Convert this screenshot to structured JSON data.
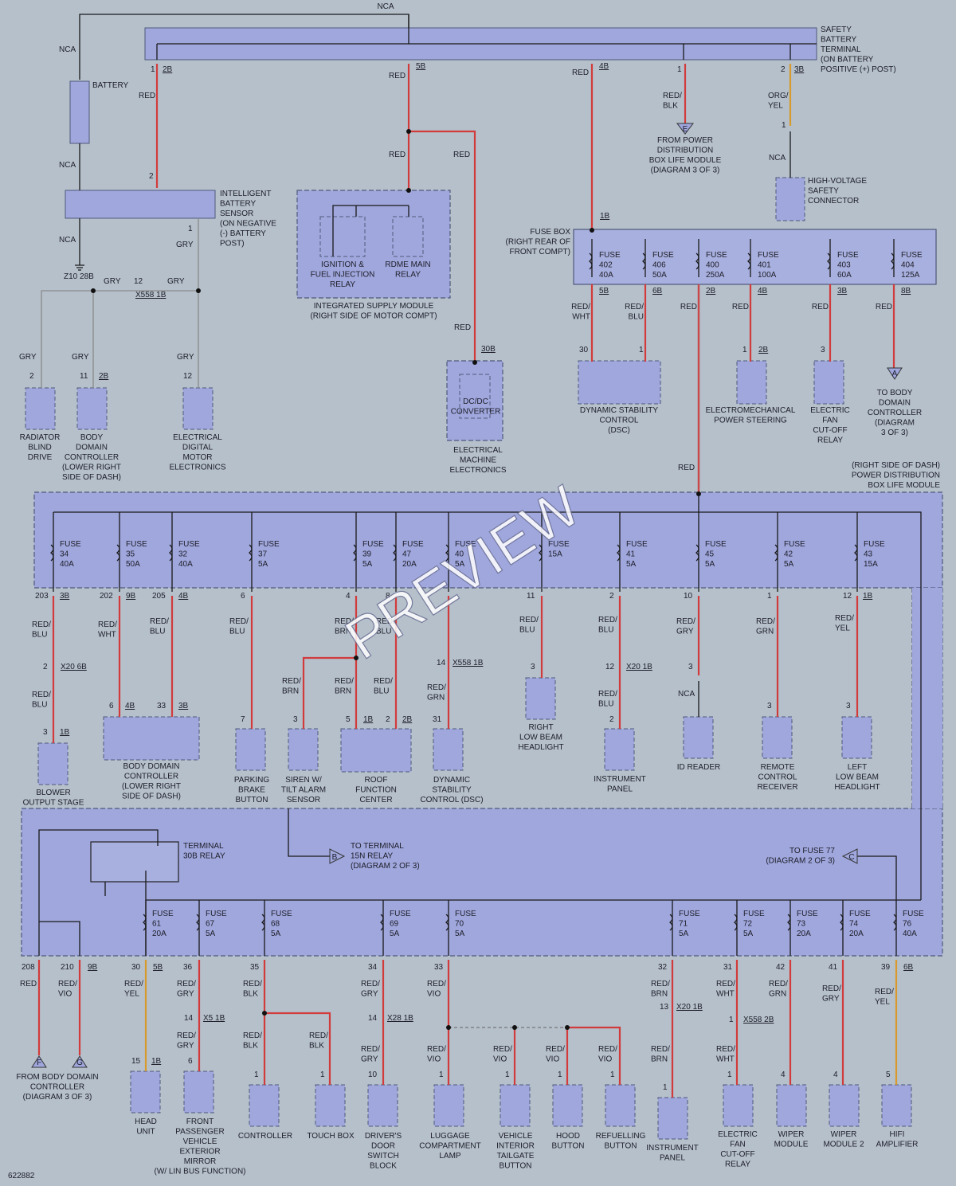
{
  "wires": {
    "nca": "NCA",
    "red": "RED",
    "gry": "GRY",
    "red_blk": "RED/\nBLK",
    "org_yel": "ORG/\nYEL",
    "red_wht": "RED/\nWHT",
    "red_blu": "RED/\nBLU",
    "red_brn": "RED/\nBRN",
    "red_grn": "RED/\nGRN",
    "red_gry": "RED/\nGRY",
    "red_yel": "RED/\nYEL",
    "red_vio": "RED/\nVIO"
  },
  "top": {
    "safety_terminal": "SAFETY\nBATTERY\nTERMINAL\n(ON BATTERY\nPOSITIVE (+) POST)",
    "battery": "BATTERY",
    "ibs": "INTELLIGENT\nBATTERY\nSENSOR\n(ON NEGATIVE\n(-) BATTERY\nPOST)",
    "ground": "Z10 28B",
    "splice": "X558 1B",
    "pin1": "1",
    "pin2": "2",
    "pin11": "11",
    "pin12": "12",
    "pin30": "30",
    "pin3": "3",
    "c2B": "2B",
    "c5B": "5B",
    "c4B": "4B",
    "c3B": "3B",
    "c1B": "1B",
    "c6B": "6B",
    "c8B": "8B",
    "c30B": "30B",
    "radiator": "RADIATOR\nBLIND\nDRIVE",
    "bdc_lower": "BODY\nDOMAIN\nCONTROLLER\n(LOWER RIGHT\nSIDE OF DASH)",
    "edme": "ELECTRICAL\nDIGITAL\nMOTOR\nELECTRONICS",
    "ign_relay": "IGNITION &\nFUEL INJECTION\nRELAY",
    "rdme_relay": "RDME MAIN\nRELAY",
    "ism": "INTEGRATED SUPPLY MODULE\n(RIGHT SIDE OF MOTOR COMPT)",
    "dcdc": "DC/DC\nCONVERTER",
    "eme": "ELECTRICAL\nMACHINE\nELECTRONICS",
    "conn_E": "E",
    "from_pdbm": "FROM POWER\nDISTRIBUTION\nBOX LIFE MODULE\n(DIAGRAM 3 OF 3)",
    "hv_conn": "HIGH-VOLTAGE\nSAFETY\nCONNECTOR",
    "fusebox": "FUSE BOX\n(RIGHT REAR OF\nFRONT COMPT)",
    "dsc": "DYNAMIC STABILITY\nCONTROL\n(DSC)",
    "eps": "ELECTROMECHANICAL\nPOWER STEERING",
    "fan_relay": "ELECTRIC\nFAN\nCUT-OFF\nRELAY",
    "conn_A": "A",
    "to_bdc": "TO BODY\nDOMAIN\nCONTROLLER\n(DIAGRAM\n3 OF 3)",
    "pdbm": "(RIGHT SIDE OF DASH)\nPOWER DISTRIBUTION\nBOX LIFE MODULE"
  },
  "fusebox_fuses": [
    {
      "label": "FUSE\n402\n40A",
      "conn": "5B",
      "wire": "RED/\nWHT"
    },
    {
      "label": "FUSE\n406\n50A",
      "conn": "6B",
      "wire": "RED/\nBLU"
    },
    {
      "label": "FUSE\n400\n250A",
      "conn": "2B",
      "wire": "RED"
    },
    {
      "label": "FUSE\n401\n100A",
      "conn": "4B",
      "wire": "RED"
    },
    {
      "label": "FUSE\n403\n60A",
      "conn": "3B",
      "wire": "RED"
    },
    {
      "label": "FUSE\n404\n125A",
      "conn": "8B",
      "wire": "RED"
    }
  ],
  "mid_fuses": [
    {
      "label": "FUSE\n34\n40A"
    },
    {
      "label": "FUSE\n35\n50A"
    },
    {
      "label": "FUSE\n32\n40A"
    },
    {
      "label": "FUSE\n37\n5A"
    },
    {
      "label": "FUSE\n39\n5A"
    },
    {
      "label": "FUSE\n47\n20A"
    },
    {
      "label": "FUSE\n40\n5A"
    },
    {
      "label": "FUSE\n15A"
    },
    {
      "label": "FUSE\n41\n5A"
    },
    {
      "label": "FUSE\n45\n5A"
    },
    {
      "label": "FUSE\n42\n5A"
    },
    {
      "label": "FUSE\n43\n15A"
    }
  ],
  "mid": {
    "p203": "203",
    "p202": "202",
    "p205": "205",
    "p6": "6",
    "p4": "4",
    "p8": "8",
    "p11": "11",
    "p2": "2",
    "p10": "10",
    "p1": "1",
    "p12": "12",
    "c3B": "3B",
    "c9B": "9B",
    "c4B": "4B",
    "c1B": "1B",
    "c2B": "2B",
    "x20": "X20 6B",
    "x558": "X558 1B",
    "x20b": "X20 1B",
    "p14": "14",
    "p3": "3",
    "p33": "33",
    "p7": "7",
    "p5": "5",
    "p31": "31",
    "blower": "BLOWER\nOUTPUT STAGE",
    "bdc": "BODY DOMAIN\nCONTROLLER\n(LOWER RIGHT\nSIDE OF DASH)",
    "parking": "PARKING\nBRAKE\nBUTTON",
    "siren": "SIREN W/\nTILT ALARM\nSENSOR",
    "roof": "ROOF\nFUNCTION\nCENTER",
    "dsc2": "DYNAMIC\nSTABILITY\nCONTROL (DSC)",
    "rhl": "RIGHT\nLOW BEAM\nHEADLIGHT",
    "ip": "INSTRUMENT\nPANEL",
    "id": "ID READER",
    "rcr": "REMOTE\nCONTROL\nRECEIVER",
    "lhl": "LEFT\nLOW BEAM\nHEADLIGHT"
  },
  "lower": {
    "t30b": "TERMINAL\n30B RELAY",
    "conn_B": "B",
    "to_15n": "TO TERMINAL\n15N RELAY\n(DIAGRAM 2 OF 3)",
    "conn_C": "C",
    "to_f77": "TO FUSE 77\n(DIAGRAM 2 OF 3)",
    "conn_F": "F",
    "conn_G": "G",
    "from_bdc": "FROM BODY DOMAIN\nCONTROLLER\n(DIAGRAM 3 OF 3)",
    "p208": "208",
    "p210": "210",
    "c9B": "9B",
    "p30": "30",
    "c5B": "5B",
    "p36": "36",
    "p35": "35",
    "p34": "34",
    "p33": "33",
    "p32": "32",
    "p31": "31",
    "p42": "42",
    "p41": "41",
    "p39": "39",
    "c6B": "6B",
    "p15": "15",
    "c1B": "1B",
    "p14": "14",
    "x5": "X5 1B",
    "x28": "X28 1B",
    "x20": "X20 1B",
    "x558": "X558 2B",
    "p13": "13",
    "p6": "6",
    "p1": "1",
    "p10": "10",
    "p4": "4",
    "p5": "5",
    "head": "HEAD\nUNIT",
    "mirror": "FRONT\nPASSENGER\nVEHICLE\nEXTERIOR\nMIRROR\n(W/ LIN BUS FUNCTION)",
    "ctrl": "CONTROLLER",
    "touch": "TOUCH BOX",
    "dds": "DRIVER'S\nDOOR\nSWITCH\nBLOCK",
    "lug": "LUGGAGE\nCOMPARTMENT\nLAMP",
    "vit": "VEHICLE\nINTERIOR\nTAILGATE\nBUTTON",
    "hood": "HOOD\nBUTTON",
    "refuel": "REFUELLING\nBUTTON",
    "ip": "INSTRUMENT\nPANEL",
    "fan": "ELECTRIC\nFAN\nCUT-OFF\nRELAY",
    "wiper": "WIPER\nMODULE",
    "wiper2": "WIPER\nMODULE 2",
    "hifi": "HIFI\nAMPLIFIER"
  },
  "lower_fuses": [
    {
      "label": "FUSE\n61\n20A"
    },
    {
      "label": "FUSE\n67\n5A"
    },
    {
      "label": "FUSE\n68\n5A"
    },
    {
      "label": "FUSE\n69\n5A"
    },
    {
      "label": "FUSE\n70\n5A"
    },
    {
      "label": "FUSE\n71\n5A"
    },
    {
      "label": "FUSE\n72\n5A"
    },
    {
      "label": "FUSE\n73\n20A"
    },
    {
      "label": "FUSE\n74\n20A"
    },
    {
      "label": "FUSE\n76\n40A"
    }
  ],
  "footer": {
    "code": "622882"
  },
  "watermark": "PREVIEW"
}
